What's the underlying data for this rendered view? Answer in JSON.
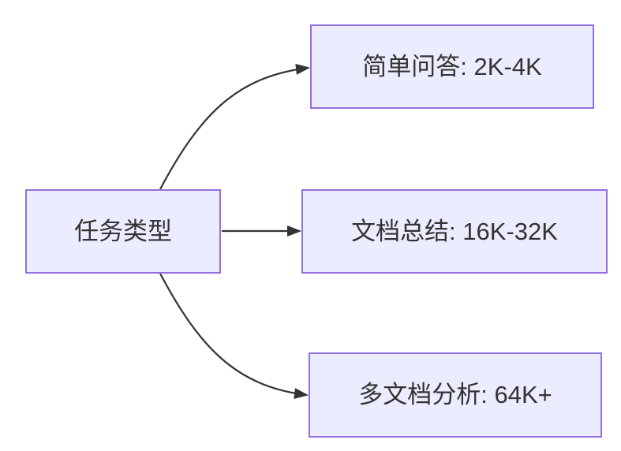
{
  "diagram": {
    "type": "flowchart-left-to-right",
    "root": {
      "label": "任务类型"
    },
    "branches": [
      {
        "label": "简单问答: 2K-4K"
      },
      {
        "label": "文档总结: 16K-32K"
      },
      {
        "label": "多文档分析: 64K+"
      }
    ],
    "edges": [
      {
        "from": "任务类型",
        "to": "简单问答: 2K-4K"
      },
      {
        "from": "任务类型",
        "to": "文档总结: 16K-32K"
      },
      {
        "from": "任务类型",
        "to": "多文档分析: 64K+"
      }
    ],
    "colors": {
      "node_fill": "#ECECFF",
      "node_border": "#9370DB",
      "edge": "#333333",
      "text": "#333333",
      "bg": "#FFFFFF"
    }
  }
}
